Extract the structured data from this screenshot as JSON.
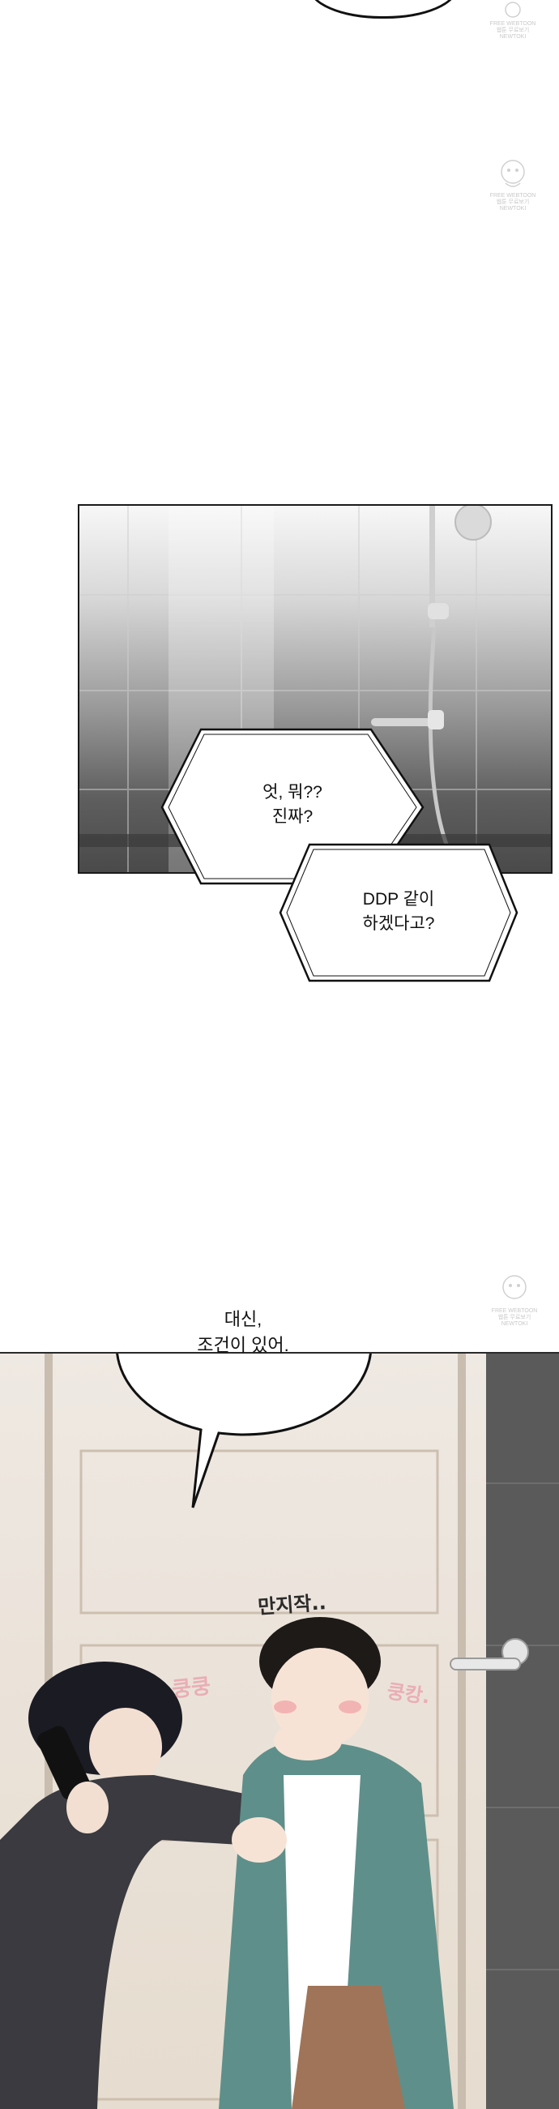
{
  "watermarks": {
    "text": "FREE WEBTOON\n웹툰 무료보기\nNEWTOKI"
  },
  "bathroom_panel": {
    "bubble_1_text": "엇, 뭐??\n진짜?",
    "bubble_2_text": "DDP 같이\n하겠다고?"
  },
  "door_panel": {
    "speech_text": "대신,\n조건이 있어.",
    "sfx_touch": "만지작..",
    "sfx_left": "쿵쿵",
    "sfx_right": "쿵캉."
  },
  "colors": {
    "ink": "#111111",
    "hoodie_left": "#3a3a40",
    "jacket_right": "#5f8f8a",
    "blush": "#e9a6b0"
  }
}
